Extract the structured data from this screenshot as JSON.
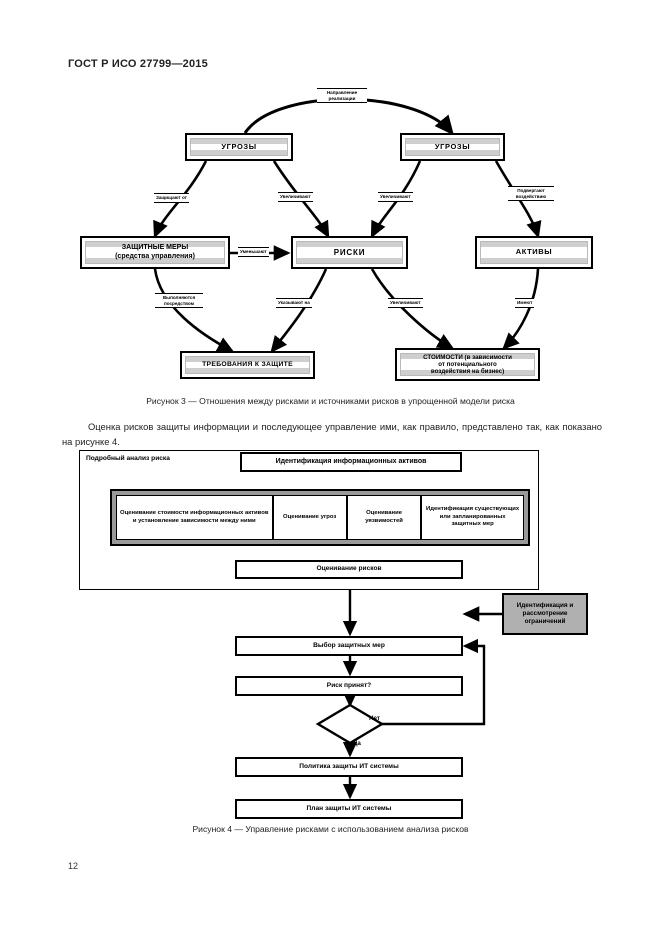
{
  "document": {
    "header": "ГОСТ Р ИСО 27799—2015",
    "page_number": "12"
  },
  "figure3": {
    "caption": "Рисунок 3 — Отношения между рисками и источниками рисков в упрощенной модели риска",
    "nodes": {
      "threat_left": "УГРОЗЫ",
      "threat_right": "УГРОЗЫ",
      "safeguards_line1": "ЗАЩИТНЫЕ МЕРЫ",
      "safeguards_line2": "(средства управления)",
      "risks": "РИСКИ",
      "assets": "АКТИВЫ",
      "protection_requirements": "ТРЕБОВАНИЯ К ЗАЩИТЕ",
      "costs_line1": "СТОИМОСТИ (в зависимости",
      "costs_line2": "от потенциального",
      "costs_line3": "воздействия на бизнес)"
    },
    "edge_labels": {
      "direction": "Направление реализации",
      "protect_from": "Защищают от",
      "increase_left": "Увеличивают",
      "increase_right": "Увеличивают",
      "expose": "Подвергают воздействию",
      "reduce": "Уменьшают",
      "meet": "Выполняются посредством",
      "indicate": "Указывают на",
      "increase_bottom": "Увеличивают",
      "have": "Имеют"
    }
  },
  "body": {
    "paragraph": "Оценка рисков защиты информации и последующее управление ими, как правило, представлено так, как показано на рисунке 4."
  },
  "figure4": {
    "caption": "Рисунок 4 — Управление рисками с использованием анализа рисков",
    "container_title": "Подробный анализ риска",
    "nodes": {
      "identify_assets": "Идентификация информационных активов",
      "band": [
        "Оценивание стоимости информационных активов и установление зависимости между ними",
        "Оценивание угроз",
        "Оценивание уязвимостей",
        "Идентификация существующих или запланированных защитных мер"
      ],
      "risk_evaluation": "Оценивание рисков",
      "constraints": "Идентификация и рассмотрение ограничений",
      "select_safeguards": "Выбор защитных мер",
      "risk_accepted": "Риск принят?",
      "policy": "Политика защиты ИТ системы",
      "plan": "План защиты ИТ системы"
    },
    "decision_labels": {
      "no": "Нет",
      "yes": "Да"
    }
  }
}
